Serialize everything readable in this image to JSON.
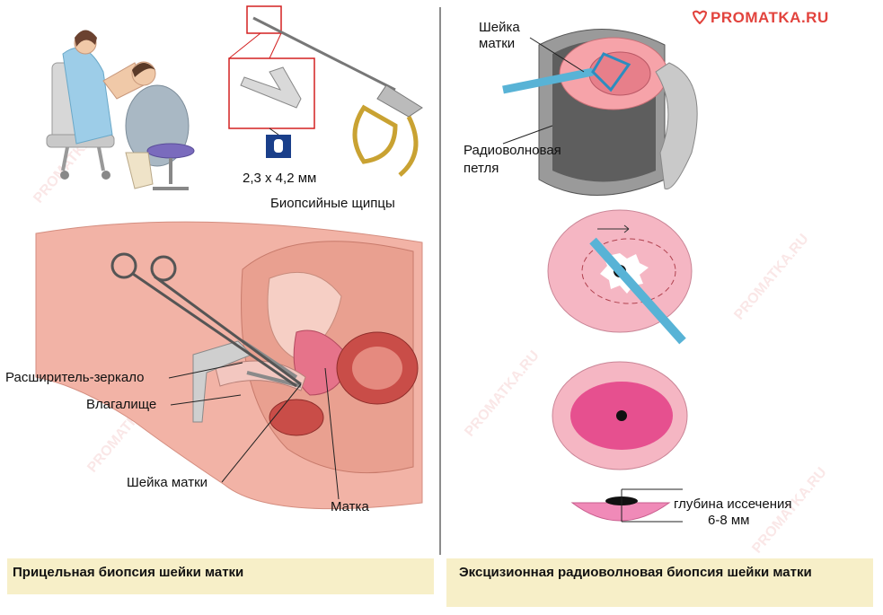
{
  "brand": {
    "logo_text": "PROMATKA.RU",
    "watermark_text": "PROMATKA.RU",
    "accent": "#e2433d"
  },
  "left_panel": {
    "forceps_size": "2,3 x 4,2 мм",
    "forceps_label": "Биопсийные щипцы",
    "speculum_label": "Расширитель-зеркало",
    "vagina_label": "Влагалище",
    "cervix_label": "Шейка матки",
    "uterus_label": "Матка",
    "caption": "Прицельная биопсия шейки матки"
  },
  "right_panel": {
    "cervix_label": "Шейка матки",
    "loop_label": "Радиоволновая петля",
    "depth_label_line1": "глубина иссечения",
    "depth_label_line2": "6-8 мм",
    "caption": "Эксцизионная радиоволновая биопсия шейки матки"
  }
}
